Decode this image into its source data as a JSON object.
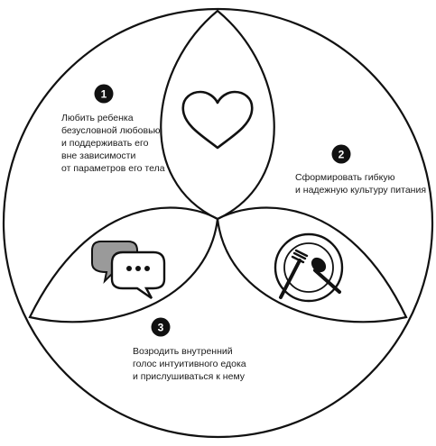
{
  "items": [
    {
      "number": "1",
      "icon": "heart-icon",
      "lines": [
        "Любить ребенка",
        "безусловной любовью",
        "и поддерживать его",
        "вне зависимости",
        "от параметров его тела"
      ]
    },
    {
      "number": "2",
      "icon": "plate-fork-spoon-icon",
      "lines": [
        "Сформировать гибкую",
        "и надежную культуру питания"
      ]
    },
    {
      "number": "3",
      "icon": "speech-bubbles-icon",
      "lines": [
        "Возродить внутренний",
        "голос интуитивного едока",
        "и прислушиваться к нему"
      ]
    }
  ]
}
